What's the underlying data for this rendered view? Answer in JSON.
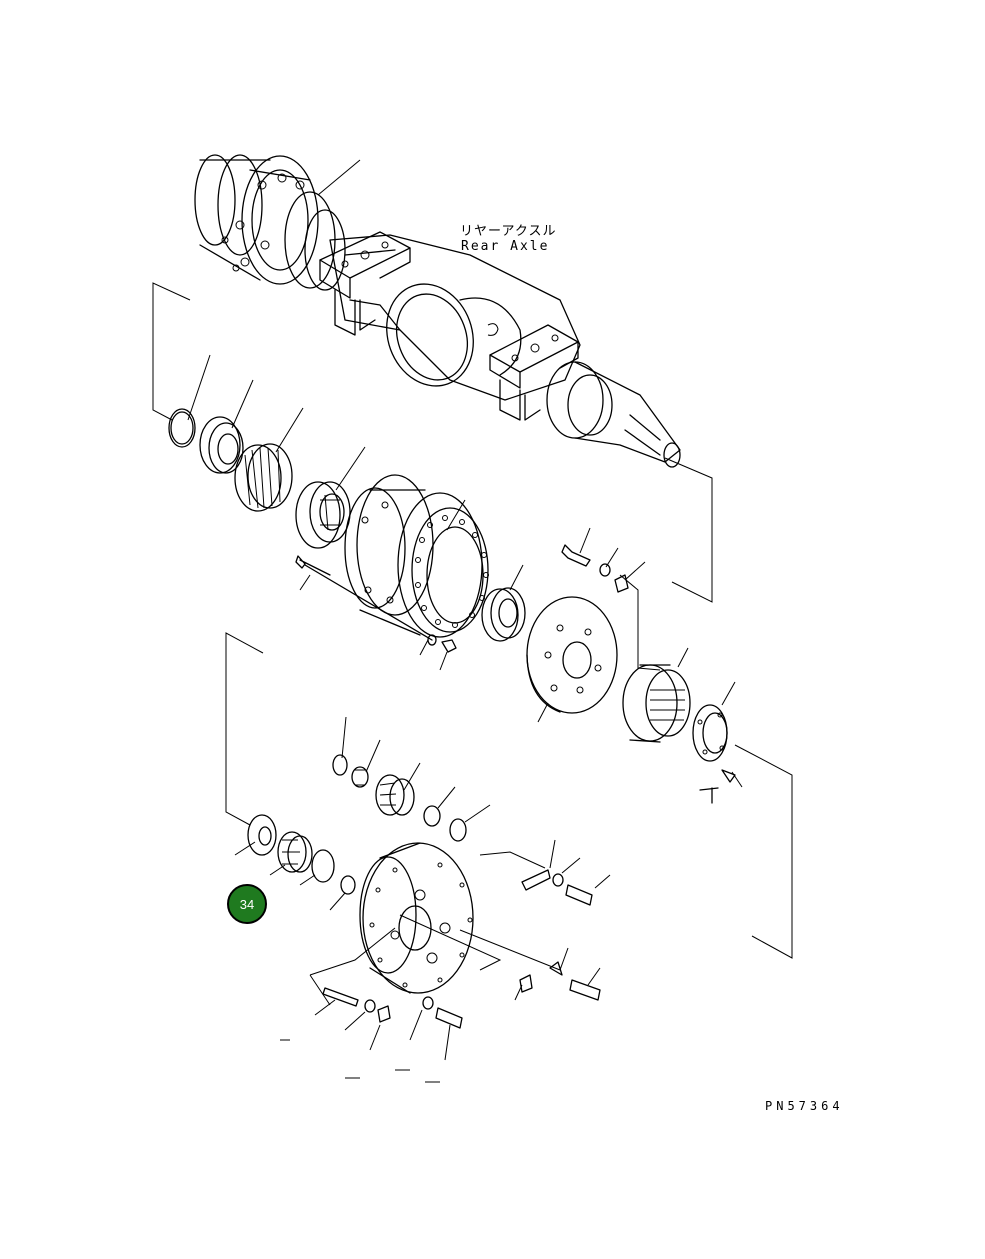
{
  "diagram": {
    "label_japanese": "リヤーアクスル",
    "label_english": "Rear Axle",
    "drawing_number": "PN57364",
    "callout_badge": "34",
    "badge_color": "#1f7a1f"
  }
}
